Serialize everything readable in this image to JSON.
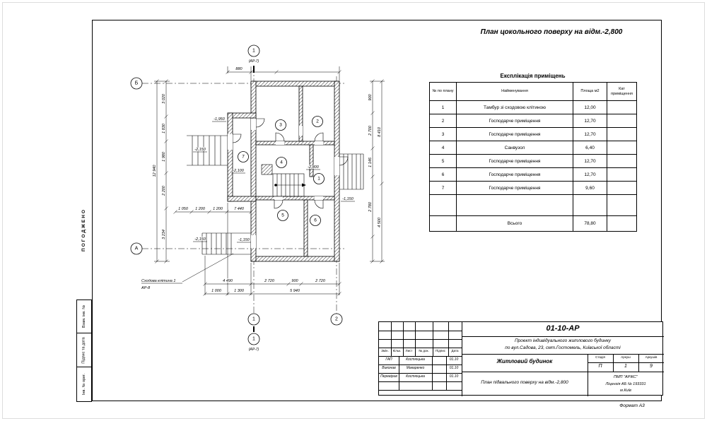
{
  "sheet": {
    "top_title": "План цокольного поверху на відм.-2,800",
    "format_label": "Формат А3"
  },
  "margin": {
    "approved": "ПОГОДЖЕНО",
    "box1": "Взам. інв. №",
    "box2": "Підпис та дата",
    "box3": "Інв. № ориг."
  },
  "explication": {
    "title": "Експлікація приміщень",
    "headers": {
      "num": "№ по плану",
      "name": "Найменування",
      "area": "Площа м2",
      "cat": "Кат приміщення"
    },
    "rows": [
      {
        "num": "1",
        "name": "Тамбур зі сходовою клітиною",
        "area": "12,00",
        "cat": ""
      },
      {
        "num": "2",
        "name": "Господарче приміщення",
        "area": "12,70",
        "cat": ""
      },
      {
        "num": "3",
        "name": "Господарче приміщення",
        "area": "12,70",
        "cat": ""
      },
      {
        "num": "4",
        "name": "Санвузол",
        "area": "6,40",
        "cat": ""
      },
      {
        "num": "5",
        "name": "Господарче приміщення",
        "area": "12,70",
        "cat": ""
      },
      {
        "num": "6",
        "name": "Господарче приміщення",
        "area": "12,70",
        "cat": ""
      },
      {
        "num": "7",
        "name": "Господарче приміщення",
        "area": "9,60",
        "cat": ""
      }
    ],
    "total_label": "Всього",
    "total_area": "78,80"
  },
  "plan": {
    "axis_b": "Б",
    "axis_a": "А",
    "axis_1": "1",
    "axis_2": "2",
    "section_num": "1",
    "section_ref": "(АР-7)",
    "rooms": [
      "1",
      "2",
      "3",
      "4",
      "5",
      "6",
      "7"
    ],
    "elevations": [
      "-1,950",
      "-2,150",
      "-2,100",
      "-2,800",
      "-1,150",
      "-2,150",
      "-1,150"
    ],
    "dims": [
      "4 490",
      "2 720",
      "900",
      "2 720",
      "1 000",
      "1 300",
      "5 940",
      "1 050",
      "1 200",
      "1 200",
      "7 440",
      "3 020",
      "1 830",
      "1 980",
      "2 200",
      "3 234",
      "12 940",
      "8 410",
      "4 500",
      "900",
      "2 700",
      "1 146",
      "2 780",
      "880"
    ],
    "note_line1": "Сходова клітина 1",
    "note_line2": "АР-8"
  },
  "titleblock": {
    "doc_number": "01-10-АР",
    "project_line1": "Проект індивідуального житлового будинку",
    "project_line2": "по вул.Садова, 23, смт.Гостомель, Київської області",
    "col_zmin": "Змін.",
    "col_kilk": "Кільк.",
    "col_lyst": "Лист",
    "col_doc": "№ док.",
    "col_pidpys": "Підпис",
    "col_data": "Дата",
    "rows": [
      {
        "role": "ГАП",
        "name": "Костюцька",
        "date": "01.10"
      },
      {
        "role": "Виконав",
        "name": "Макаренко",
        "date": "01.10"
      },
      {
        "role": "Перевірив",
        "name": "Костюцька",
        "date": "01.10"
      }
    ],
    "object_name": "Житловий будинок",
    "drawing_name": "План підвального поверху на відм.-2,800",
    "stage_label": "Стадія",
    "sheet_label": "Аркуш",
    "sheets_label": "Аркушів",
    "stage": "П",
    "sheet_num": "1",
    "sheets_total": "9",
    "company_line1": "ПМП \"АРІКС\"",
    "company_line2": "Ліцензія АБ № 193331",
    "company_line3": "м.Київ"
  }
}
